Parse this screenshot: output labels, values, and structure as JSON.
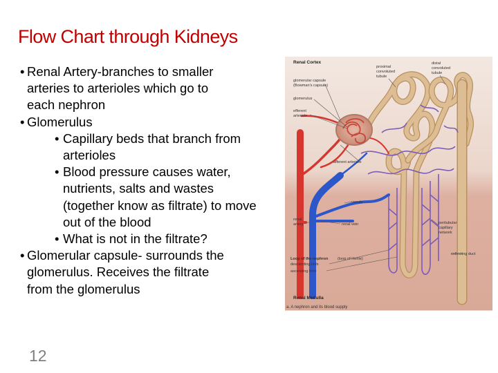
{
  "title": "Flow Chart through Kidneys",
  "bullets": [
    {
      "level": 1,
      "lines": [
        "Renal Artery-branches to smaller",
        "arteries to arterioles which go to",
        "each nephron"
      ]
    },
    {
      "level": 1,
      "lines": [
        "Glomerulus"
      ]
    },
    {
      "level": 2,
      "lines": [
        "Capillary beds that branch from",
        "arterioles"
      ]
    },
    {
      "level": 2,
      "lines": [
        "Blood pressure causes water,",
        "nutrients, salts and wastes",
        "(together know as filtrate) to move",
        "out of the blood"
      ]
    },
    {
      "level": 2,
      "lines": [
        "What is not in the filtrate?"
      ]
    },
    {
      "level": 1,
      "lines": [
        "Glomerular capsule- surrounds the",
        "glomerulus.  Receives the filtrate",
        "from the glomerulus"
      ]
    }
  ],
  "page_number": "12",
  "figure": {
    "region_cortex": "Renal Cortex",
    "region_medulla": "Renal Medulla",
    "caption": "a. A nephron and its blood supply",
    "labels": {
      "glomerular_capsule_1": "glomerular capsule",
      "glomerular_capsule_2": "(Bowman's capsule)",
      "proximal_1": "proximal",
      "proximal_2": "convoluted",
      "proximal_3": "tubule",
      "distal_1": "distal",
      "distal_2": "convoluted",
      "distal_3": "tubule",
      "glomerulus": "glomerulus",
      "efferent_1": "efferent",
      "efferent_2": "arteriole",
      "afferent": "afferent arteriole",
      "venule": "venule",
      "renal_artery_1": "renal",
      "renal_artery_2": "artery",
      "renal_vein": "renal vein",
      "peritubular_1": "peritubular",
      "peritubular_2": "capillary",
      "peritubular_3": "network",
      "loop_1": "Loop of the nephron",
      "loop_2": "(loop of Henle)",
      "descending": "descending limb",
      "ascending": "ascending limb",
      "collecting": "collecting duct"
    },
    "colors": {
      "title": "#c00000",
      "artery": "#d6362d",
      "vein": "#2d57c8",
      "capillary_net": "#7b5ab8",
      "tubule": "#ddbd93",
      "tubule_edge": "#b98f5e",
      "cortex_bg": "#eedfd6",
      "medulla_bg": "#dfb2a3"
    }
  }
}
